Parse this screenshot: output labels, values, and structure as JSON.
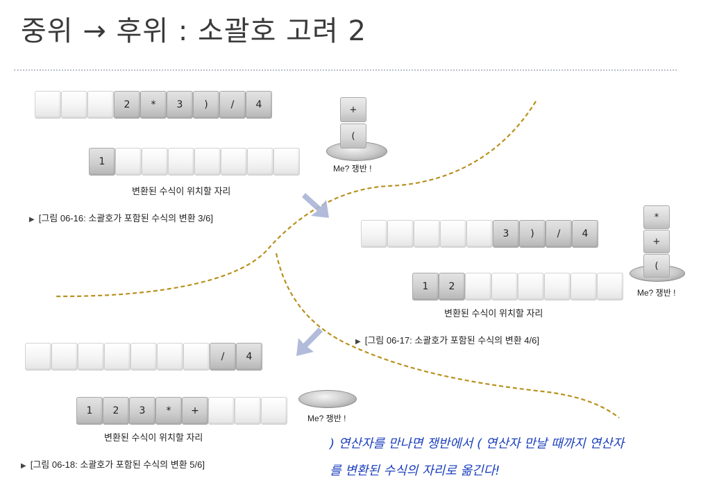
{
  "title": "중위 → 후위 : 소괄호 고려 2",
  "panels": [
    {
      "input": [
        "",
        "",
        "",
        "2",
        "*",
        "3",
        ")",
        "/",
        "4"
      ],
      "output": [
        "1",
        "",
        "",
        "",
        "",
        "",
        "",
        ""
      ],
      "output_caption": "변환된 수식이 위치할 자리",
      "stack": [
        "+",
        "("
      ],
      "tray_label": "Me? 쟁반 !",
      "figure": "[그림 06-16: 소괄호가 포함된 수식의 변환 3/6]"
    },
    {
      "input": [
        "",
        "",
        "",
        "",
        "",
        "3",
        ")",
        "/",
        "4"
      ],
      "output": [
        "1",
        "2",
        "",
        "",
        "",
        "",
        "",
        ""
      ],
      "output_caption": "변환된 수식이 위치할 자리",
      "stack": [
        "*",
        "+",
        "("
      ],
      "tray_label": "Me? 쟁반 !",
      "figure": "[그림 06-17: 소괄호가 포함된 수식의 변환 4/6]"
    },
    {
      "input": [
        "",
        "",
        "",
        "",
        "",
        "",
        "",
        "/",
        "4"
      ],
      "output": [
        "1",
        "2",
        "3",
        "*",
        "+",
        "",
        "",
        ""
      ],
      "output_caption": "변환된 수식이 위치할 자리",
      "stack": [],
      "tray_label": "Me? 쟁반 !",
      "figure": "[그림 06-18: 소괄호가 포함된 수식의 변환 5/6]"
    }
  ],
  "note_line1": ") 연산자를 만나면 쟁반에서 ( 연산자 만날 때까지 연산자",
  "note_line2": "를 변환된 수식의 자리로 옮긴다!",
  "colors": {
    "dashed_curve": "#b8901c",
    "arrow": "#aab4d6",
    "note": "#1b3fbd"
  }
}
